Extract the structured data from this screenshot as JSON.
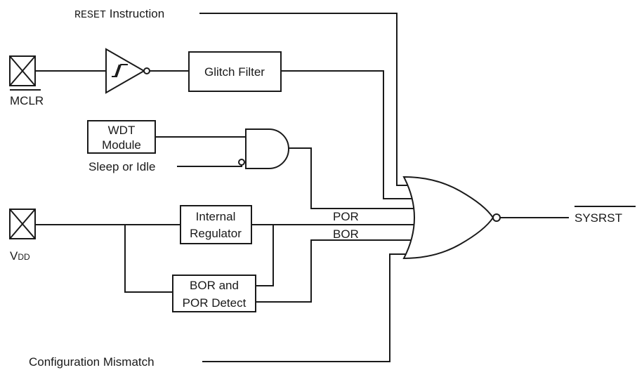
{
  "inputs": {
    "reset_instr_mono": "RESET",
    "reset_instr_text": " Instruction",
    "mclr": "MCLR",
    "sleep_idle": "Sleep or Idle",
    "vdd_main": "V",
    "vdd_sub": "DD",
    "config_mismatch": "Configuration Mismatch"
  },
  "blocks": {
    "glitch_filter": "Glitch Filter",
    "wdt_line1": "WDT",
    "wdt_line2": "Module",
    "regulator_line1": "Internal",
    "regulator_line2": "Regulator",
    "bor_line1": "BOR and",
    "bor_line2": "POR Detect"
  },
  "signals": {
    "por": "POR",
    "bor": "BOR"
  },
  "output": {
    "sysrst": "SYSRST"
  }
}
